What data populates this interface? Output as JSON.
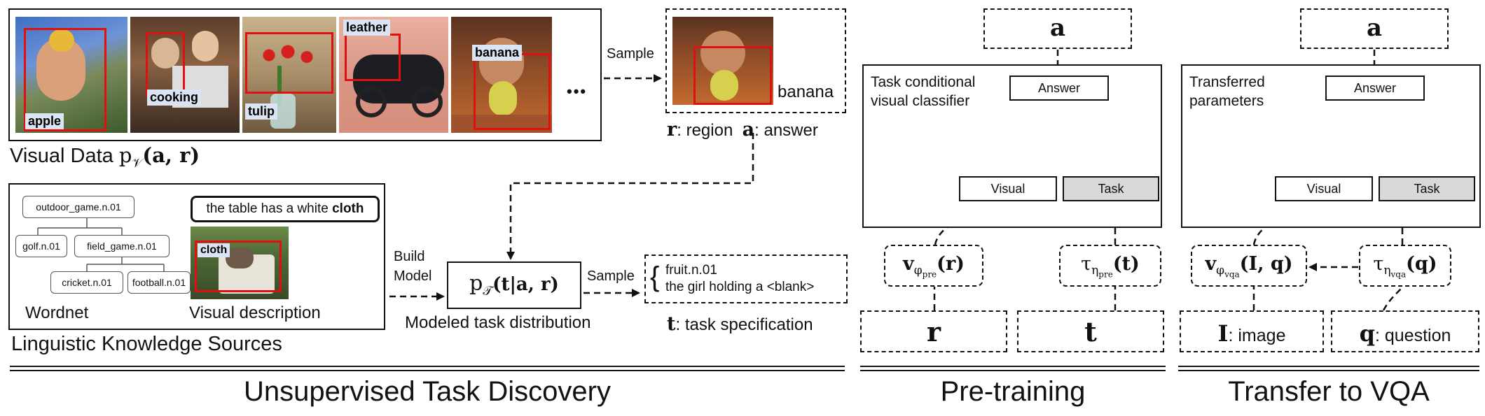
{
  "visual_data": {
    "tags": [
      "apple",
      "cooking",
      "tulip",
      "leather",
      "banana"
    ],
    "ellipsis": "•••",
    "title_text": "Visual Data",
    "title_math": "p",
    "title_sub": "𝒱",
    "title_args": "(a, r)"
  },
  "sample_top": "Sample",
  "sampled_region": {
    "answer_tag": "banana",
    "r_symbol": "r",
    "r_text": ": region",
    "a_symbol": "a",
    "a_text": ": answer"
  },
  "linguistic": {
    "tree_nodes": [
      "outdoor_game.n.01",
      "golf.n.01",
      "field_game.n.01",
      "cricket.n.01",
      "football.n.01"
    ],
    "wordnet_label": "Wordnet",
    "caption_prefix": "the table has a white ",
    "caption_bold": "cloth",
    "cloth_tag": "cloth",
    "visual_desc_label": "Visual description",
    "title": "Linguistic Knowledge Sources"
  },
  "build_model": {
    "line1": "Build",
    "line2": "Model"
  },
  "task_model": {
    "p": "p",
    "sub": "𝒯",
    "args": "(t|a, r)",
    "caption": "Modeled task distribution"
  },
  "sample_bottom": "Sample",
  "task_spec": {
    "brace": "{",
    "line1": "fruit.n.01",
    "line2": "the girl holding a <blank>",
    "t_symbol": "t",
    "t_text": ": task specification"
  },
  "pretraining": {
    "a_symbol": "a",
    "title_line1": "Task conditional",
    "title_line2": "visual classifier",
    "answer": "Answer",
    "visual": "Visual",
    "task": "Task",
    "v_main": "v",
    "v_sub": "φ",
    "v_subsub": "pre",
    "v_args": "(r)",
    "tau_main": "τ",
    "tau_sub": "η",
    "tau_subsub": "pre",
    "tau_args": "(t)",
    "r_input": "r",
    "t_input": "t"
  },
  "transfer": {
    "a_symbol": "a",
    "title_line1": "Transferred",
    "title_line2": "parameters",
    "answer": "Answer",
    "visual": "Visual",
    "task": "Task",
    "v_main": "v",
    "v_sub": "φ",
    "v_subsub": "vqa",
    "v_args": "(I, q)",
    "tau_main": "τ",
    "tau_sub": "η",
    "tau_subsub": "vqa",
    "tau_args": "(q)",
    "i_symbol": "I",
    "i_text": ": image",
    "q_symbol": "q",
    "q_text": ": question"
  },
  "sections": {
    "s1": "Unsupervised Task Discovery",
    "s2": "Pre-training",
    "s3": "Transfer to VQA"
  }
}
